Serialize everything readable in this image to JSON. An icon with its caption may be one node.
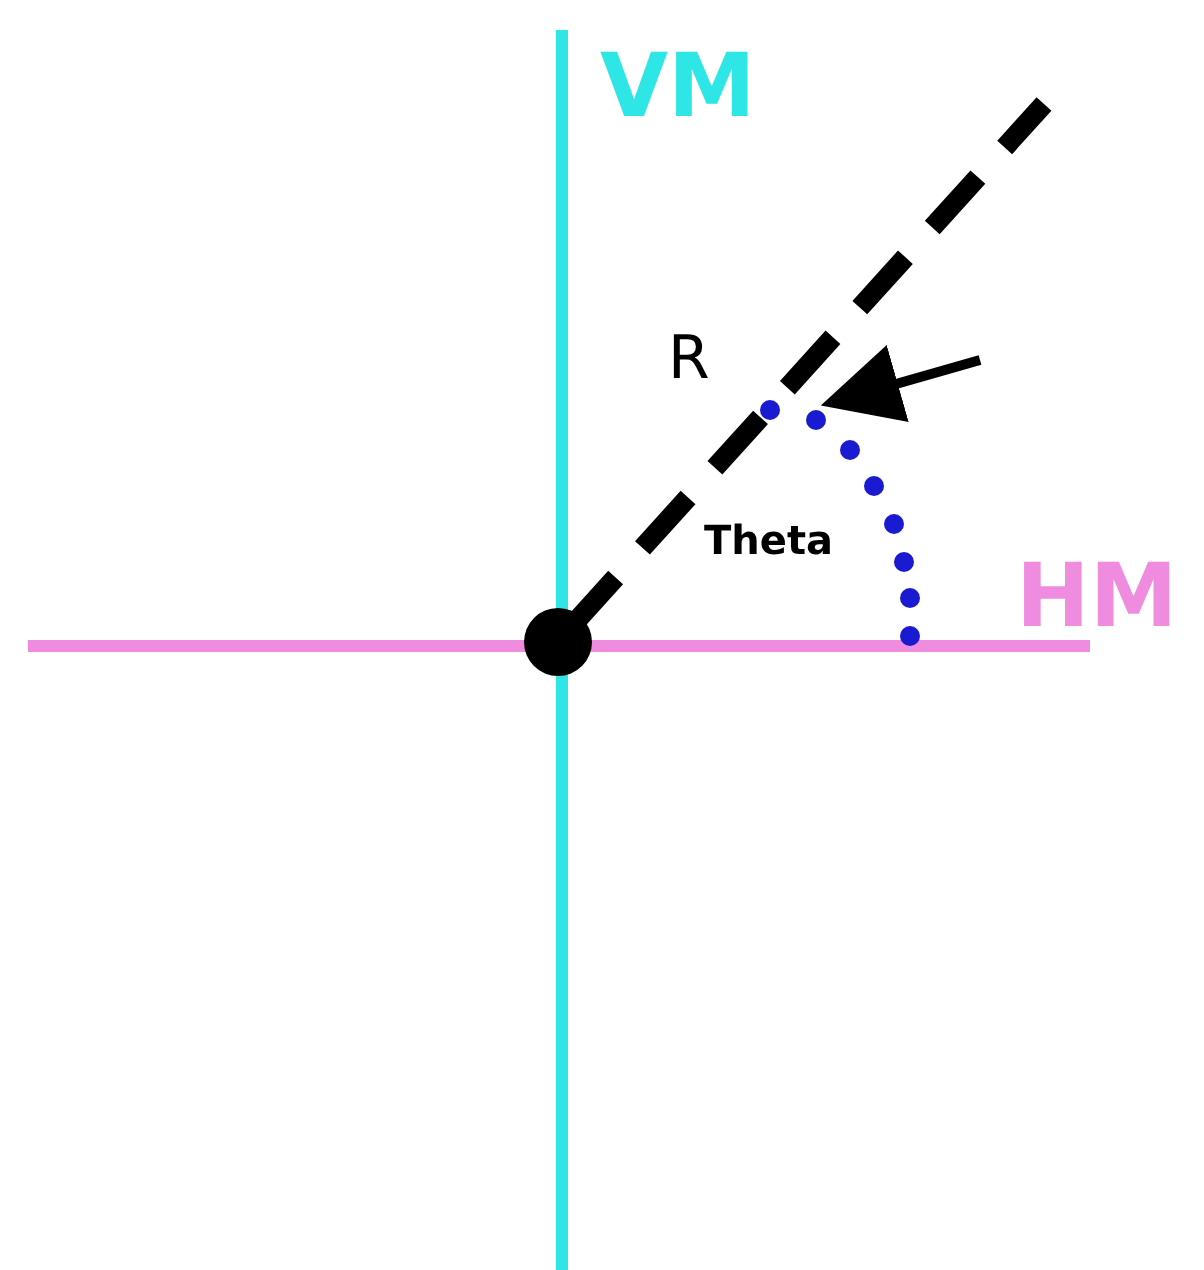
{
  "diagram": {
    "labels": [
      "VM",
      "R",
      "Theta",
      "HM"
    ]
  }
}
